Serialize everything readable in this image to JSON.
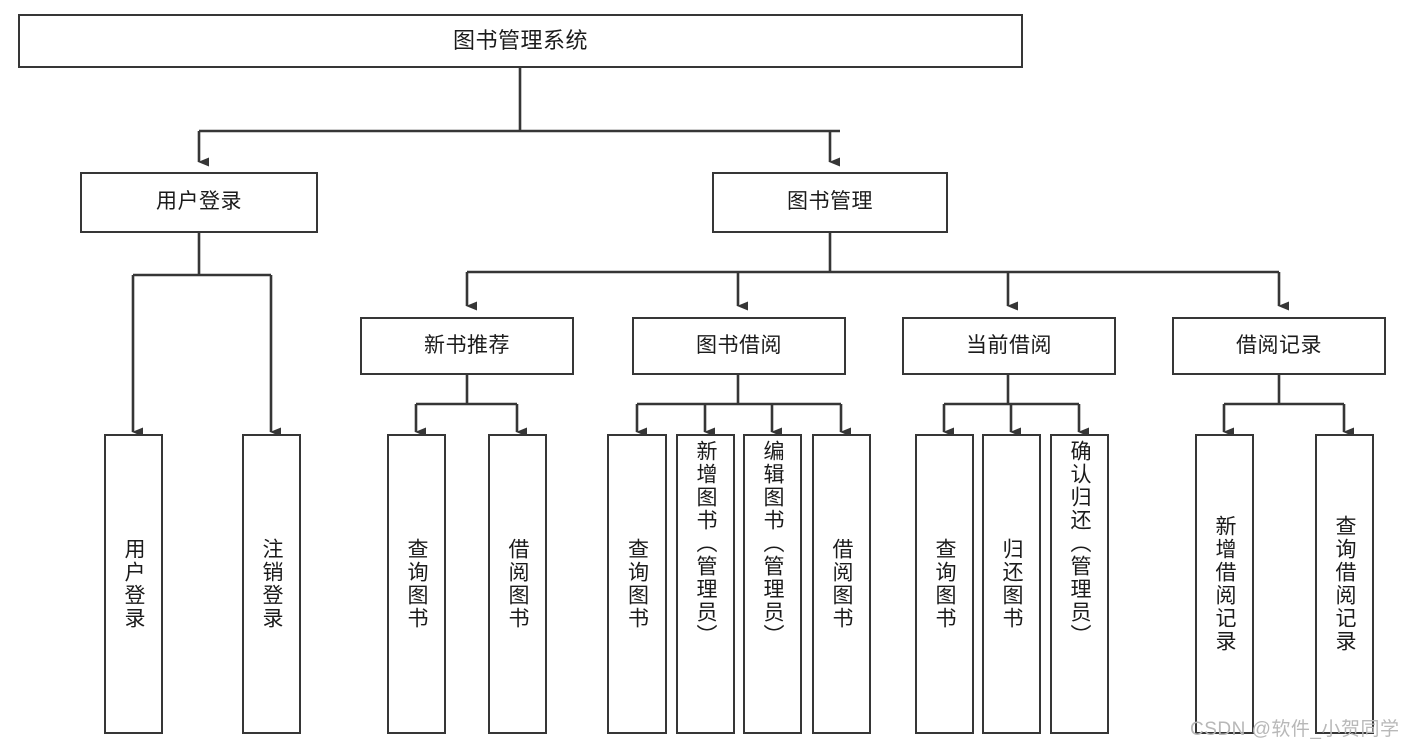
{
  "diagram": {
    "title": "图书管理系统",
    "type": "hierarchy-tree",
    "background_color": "#ffffff",
    "border_color": "#363636",
    "text_color": "#1b1b1b"
  },
  "nodes": {
    "root": {
      "label": "图书管理系统"
    },
    "level2": [
      {
        "id": "user-login",
        "label": "用户登录"
      },
      {
        "id": "book-manage",
        "label": "图书管理"
      }
    ],
    "level3": [
      {
        "id": "new-book-rec",
        "label": "新书推荐"
      },
      {
        "id": "book-borrow",
        "label": "图书借阅"
      },
      {
        "id": "current-borrow",
        "label": "当前借阅"
      },
      {
        "id": "borrow-record",
        "label": "借阅记录"
      }
    ],
    "leaves": {
      "user_login": [
        {
          "id": "leaf-user-login",
          "label": "用户登录"
        },
        {
          "id": "leaf-user-logout",
          "label": "注销登录"
        }
      ],
      "new_book_rec": [
        {
          "id": "leaf-query-book-1",
          "label": "查询图书"
        },
        {
          "id": "leaf-borrow-book-1",
          "label": "借阅图书"
        }
      ],
      "book_borrow": [
        {
          "id": "leaf-query-book-2",
          "label": "查询图书"
        },
        {
          "id": "leaf-add-book",
          "label": "新增图书（管理员）"
        },
        {
          "id": "leaf-edit-book",
          "label": "编辑图书（管理员）"
        },
        {
          "id": "leaf-borrow-book-2",
          "label": "借阅图书"
        }
      ],
      "current_borrow": [
        {
          "id": "leaf-query-book-3",
          "label": "查询图书"
        },
        {
          "id": "leaf-return-book",
          "label": "归还图书"
        },
        {
          "id": "leaf-confirm-return",
          "label": "确认归还（管理员）"
        }
      ],
      "borrow_record": [
        {
          "id": "leaf-add-record",
          "label": "新增借阅记录"
        },
        {
          "id": "leaf-query-record",
          "label": "查询借阅记录"
        }
      ]
    }
  },
  "watermark": {
    "text": "CSDN @软件_小贺同学"
  }
}
